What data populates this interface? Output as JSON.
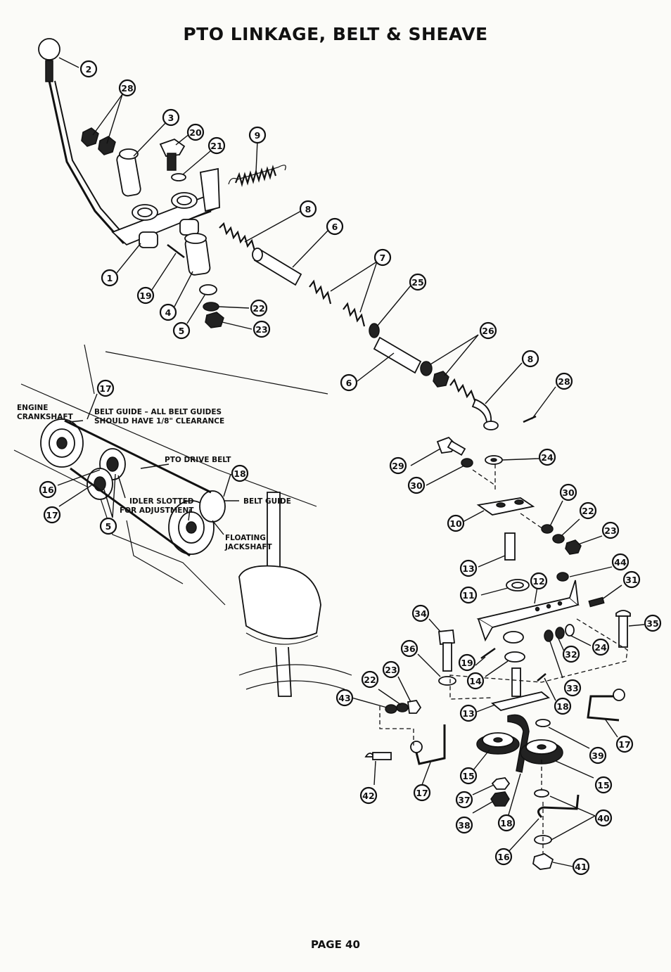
{
  "title": "PTO LINKAGE, BELT & SHEAVE",
  "page_label": "PAGE 40",
  "labels": {
    "engine_crankshaft_1": "ENGINE",
    "engine_crankshaft_2": "CRANKSHAFT",
    "belt_guide_note_1": "BELT GUIDE – ALL BELT GUIDES",
    "belt_guide_note_2": "SHOULD HAVE 1/8\" CLEARANCE",
    "pto_drive_belt": "PTO DRIVE BELT",
    "belt_guide": "BELT GUIDE",
    "idler_1": "IDLER SLOTTED",
    "idler_2": "FOR ADJUSTMENT",
    "floating_1": "FLOATING",
    "floating_2": "JACKSHAFT"
  },
  "callouts": [
    "2",
    "28",
    "3",
    "20",
    "21",
    "9",
    "1",
    "19",
    "4",
    "5",
    "22",
    "23",
    "8",
    "6",
    "7",
    "25",
    "26",
    "6",
    "8",
    "28",
    "17",
    "18",
    "16",
    "17",
    "5",
    "24",
    "29",
    "30",
    "10",
    "30",
    "22",
    "23",
    "13",
    "44",
    "11",
    "12",
    "31",
    "34",
    "35",
    "36",
    "19",
    "14",
    "24",
    "32",
    "33",
    "23",
    "22",
    "43",
    "13",
    "18",
    "17",
    "39",
    "15",
    "15",
    "42",
    "17",
    "37",
    "38",
    "18",
    "40",
    "16",
    "41"
  ]
}
